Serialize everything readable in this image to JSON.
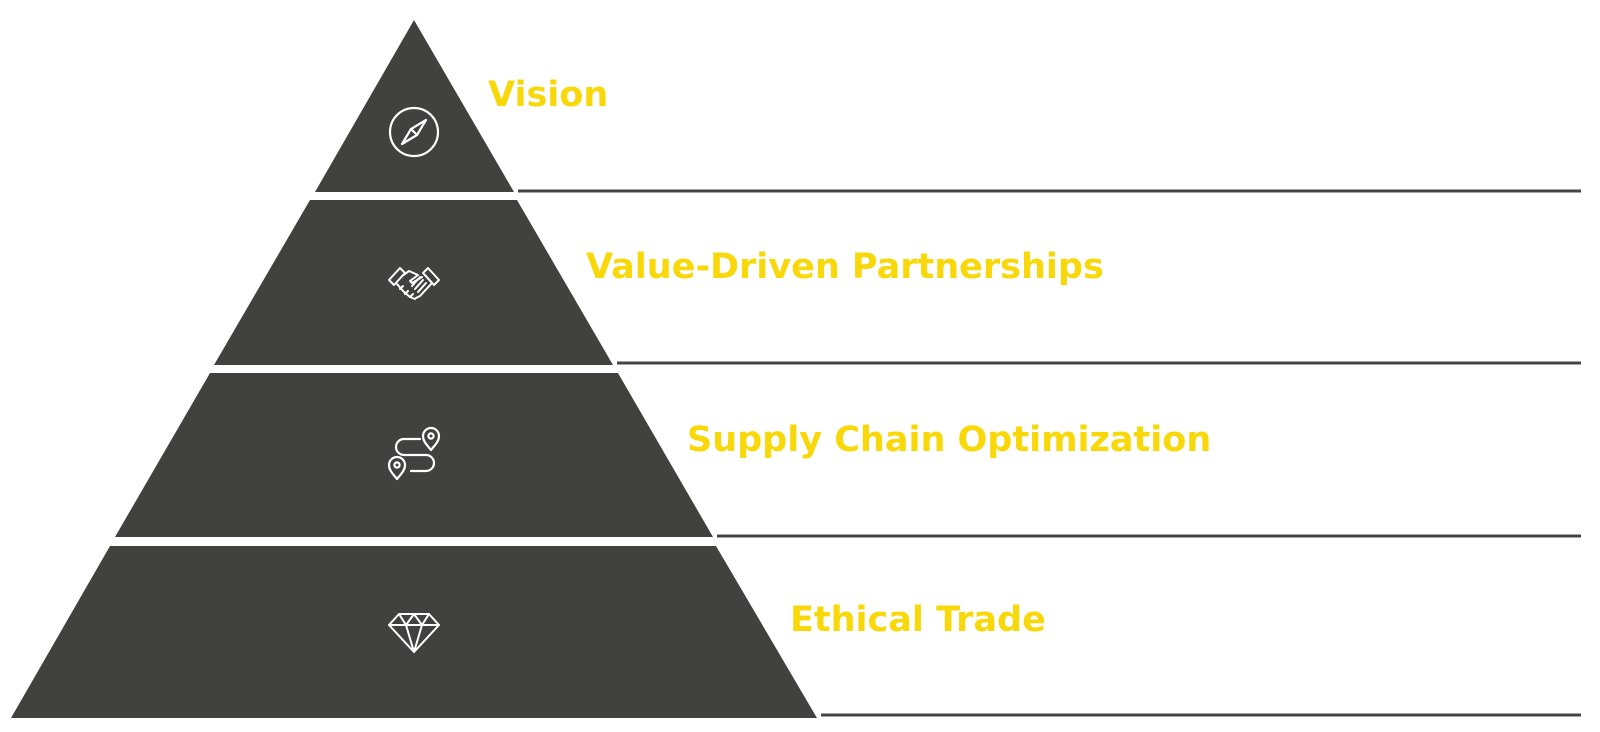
{
  "colors": {
    "tier_fill": "#414140",
    "label": "#F9D80A",
    "rule": "#444444",
    "icon_stroke": "#ffffff"
  },
  "tiers": [
    {
      "label": "Vision",
      "icon": "compass-icon"
    },
    {
      "label": "Value-Driven Partnerships",
      "icon": "handshake-icon"
    },
    {
      "label": "Supply Chain Optimization",
      "icon": "route-icon"
    },
    {
      "label": "Ethical Trade",
      "icon": "diamond-icon"
    }
  ]
}
